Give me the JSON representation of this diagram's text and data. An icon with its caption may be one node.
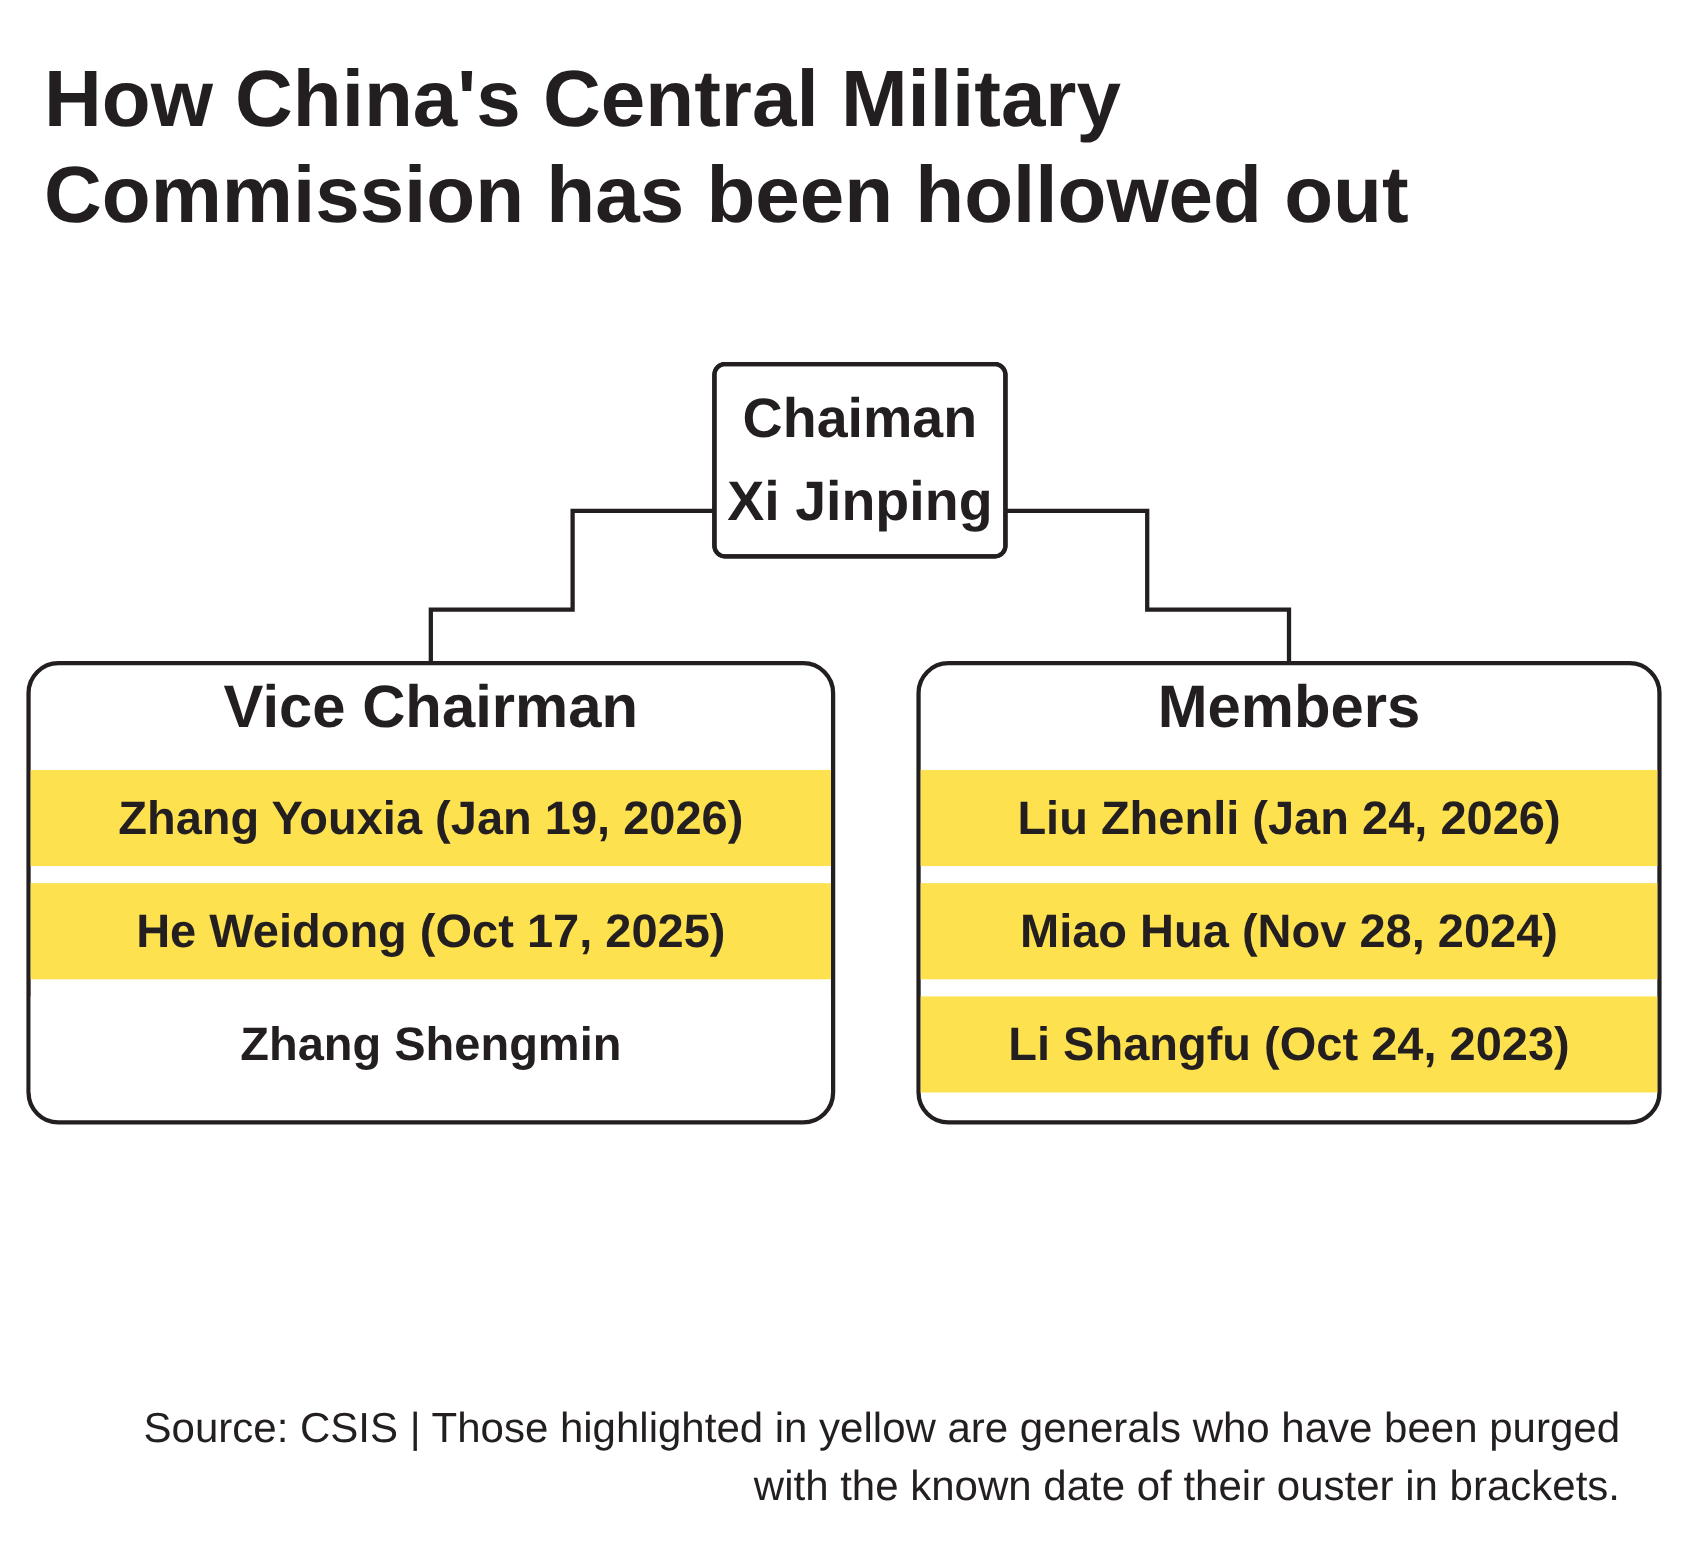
{
  "diagram": {
    "title": "How China's Central Military Commission has been hollowed out",
    "nodes": [
      {
        "text": [
          "Chaiman",
          "Xi Jinping"
        ]
      },
      {
        "text": [
          "Vice Chairman"
        ]
      },
      {
        "text": [
          "Zhang Youxia (Jan 19, 2026)"
        ],
        "in": 1
      },
      {
        "text": [
          "He Weidong (Oct 17, 2025)"
        ],
        "in": 1
      },
      {
        "text": [
          "Zhang Shengmin"
        ],
        "in": 1
      },
      {
        "text": [
          "Members"
        ]
      },
      {
        "text": [
          "Liu Zhenli (Jan 24, 2026)"
        ],
        "in": 5
      },
      {
        "text": [
          "Miao Hua (Nov 28, 2024)"
        ],
        "in": 5
      },
      {
        "text": [
          "Li Shangfu (Oct 24, 2023)"
        ],
        "in": 5
      }
    ],
    "edges": [
      {
        "from": 0,
        "to": 1,
        "arrow": "none"
      },
      {
        "from": 0,
        "to": 5,
        "arrow": "none"
      }
    ],
    "caption": "Source: CSIS | Those highlighted in yellow are generals who have been purged with the known date of their ouster in brackets."
  }
}
